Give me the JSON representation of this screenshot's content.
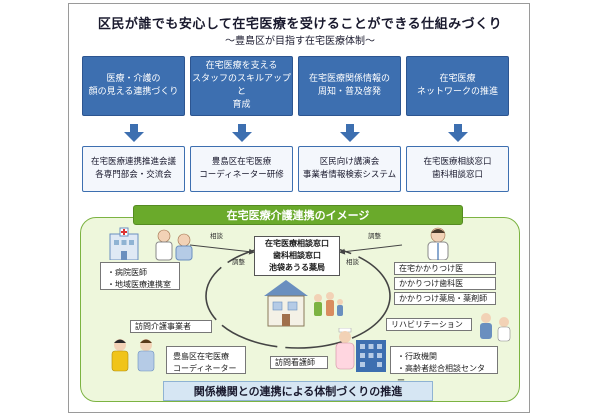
{
  "header": {
    "title": "区民が誰でも安心して在宅医療を受けることができる仕組みづくり",
    "subtitle": "～豊島区が目指す在宅医療体制～"
  },
  "pillars": [
    {
      "label": "医療・介護の\n顔の見える連携づくり",
      "result": "在宅医療連携推進会議\n各専門部会・交流会"
    },
    {
      "label": "在宅医療を支える\nスタッフのスキルアップと\n育成",
      "result": "豊島区在宅医療\nコーディネーター研修"
    },
    {
      "label": "在宅医療関係情報の\n周知・普及啓発",
      "result": "区民向け講演会\n事業者情報検索システム"
    },
    {
      "label": "在宅医療\nネットワークの推進",
      "result": "在宅医療相談窓口\n歯科相談窓口"
    }
  ],
  "image_section": {
    "banner": "在宅医療介護連携のイメージ",
    "hub": [
      "在宅医療相談窓口",
      "歯科相談窓口",
      "池袋あうる薬局"
    ],
    "tags": {
      "consult_left": "相談",
      "coordinate_left": "調整",
      "coordinate_right": "調整",
      "consult_right": "相談"
    },
    "hospital_list": [
      "・病院医師",
      "・地域医療連携室"
    ],
    "care_office": "訪問介護事業者",
    "coordinator": [
      "豊島区在宅医療",
      "コーディネーター"
    ],
    "visiting_nurse": "訪問看護師",
    "home_doctor": "在宅かかりつけ医",
    "home_dentist": "かかりつけ歯科医",
    "pharmacy": "かかりつけ薬局・薬剤師",
    "rehab": "リハビリテーション",
    "admin_list": [
      "・行政機関",
      "・高齢者総合相談センター"
    ]
  },
  "footer": {
    "banner": "関係機関との連携による体制づくりの推進"
  },
  "colors": {
    "pillar_blue": "#3d6fb0",
    "banner_green": "#6aaa2b",
    "panel_green": "#eef7dc",
    "footer_blue": "#d6e6f3"
  }
}
